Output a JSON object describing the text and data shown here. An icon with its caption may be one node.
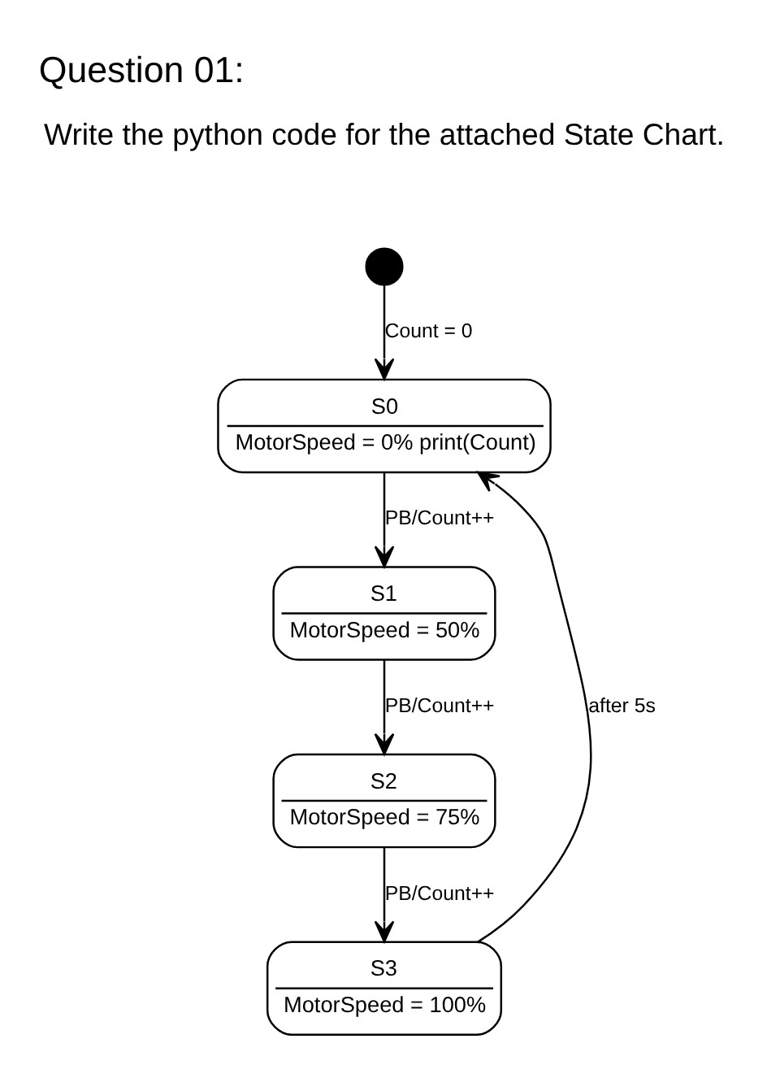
{
  "diagram": {
    "title": "Question 01:",
    "nodes": [
      {
        "text": [],
        "shape": "circle"
      },
      {
        "text": [
          "S0",
          "MotorSpeed = 0% print(Count)"
        ]
      },
      {
        "text": [
          "S1",
          "MotorSpeed = 50%"
        ]
      },
      {
        "text": [
          "S2",
          "MotorSpeed = 75%"
        ]
      },
      {
        "text": [
          "S3",
          "MotorSpeed = 100%"
        ]
      }
    ],
    "edges": [
      {
        "from": 0,
        "to": 1,
        "arrow": "to",
        "label": "Count = 0"
      },
      {
        "from": 1,
        "to": 2,
        "arrow": "to",
        "label": "PB/Count++"
      },
      {
        "from": 2,
        "to": 3,
        "arrow": "to",
        "label": "PB/Count++"
      },
      {
        "from": 3,
        "to": 4,
        "arrow": "to",
        "label": "PB/Count++"
      },
      {
        "from": 4,
        "to": 1,
        "arrow": "to",
        "label": "after 5s"
      }
    ],
    "labels": [
      "Write the python code for the attached State Chart."
    ]
  }
}
